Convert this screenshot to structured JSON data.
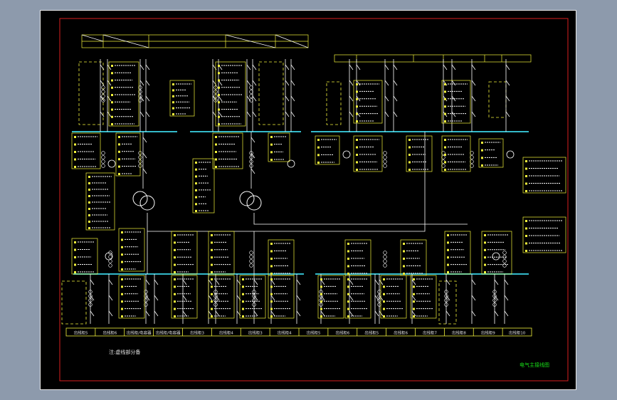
{
  "drawing": {
    "note_text": "注:虚线部分备",
    "title_block_text": "电气主接线图"
  },
  "colors": {
    "background": "#8d9aac",
    "paper": "#000000",
    "border": "#e8e8e8",
    "frame": "#d81e1e",
    "busbar": "#33b9c9",
    "wire": "#ffffff",
    "device": "#f2f23b",
    "label_text": "#e0e0e0",
    "title_text": "#18e018"
  },
  "bottom_labels": [
    "出线柜5",
    "出线柜6",
    "出线柜/电容器",
    "出线柜/电容器",
    "出线柜3",
    "出线柜4",
    "出线柜3",
    "出线柜4",
    "出线柜5",
    "出线柜6",
    "出线柜5",
    "出线柜6",
    "出线柜7",
    "出线柜8",
    "出线柜9",
    "出线柜10"
  ]
}
